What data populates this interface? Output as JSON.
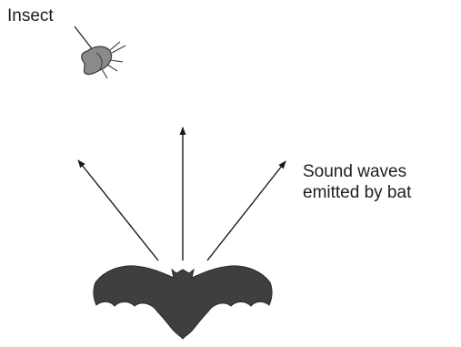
{
  "labels": {
    "insect": "Insect",
    "sound_line1": "Sound waves",
    "sound_line2": "emitted by bat"
  },
  "colors": {
    "bat": "#3f3f3f",
    "insect_fill": "#8a8a8a",
    "arrow": "#1a1a1a"
  }
}
